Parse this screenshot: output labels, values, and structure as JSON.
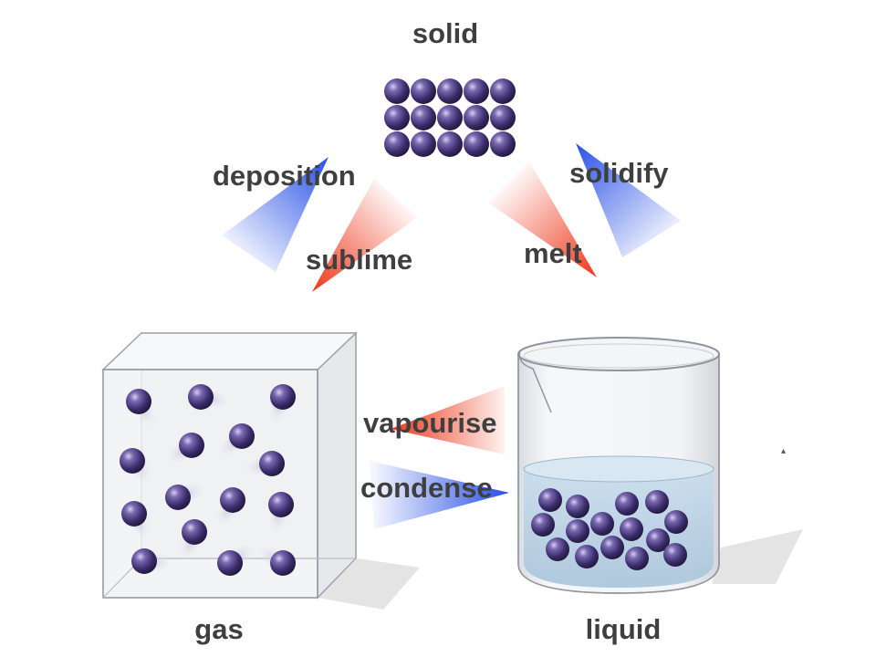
{
  "labels": {
    "solid": "solid",
    "liquid": "liquid",
    "gas": "gas",
    "deposition": "deposition",
    "sublime": "sublime",
    "melt": "melt",
    "solidify": "solidify",
    "vapourise": "vapourise",
    "condense": "condense"
  },
  "colors": {
    "heating_arrow": "#ee3b1f",
    "cooling_arrow": "#2a52e6",
    "particle": "#3b2d6b",
    "label_text": "#3f3f3f",
    "liquid_fill": "#c7dcec"
  }
}
